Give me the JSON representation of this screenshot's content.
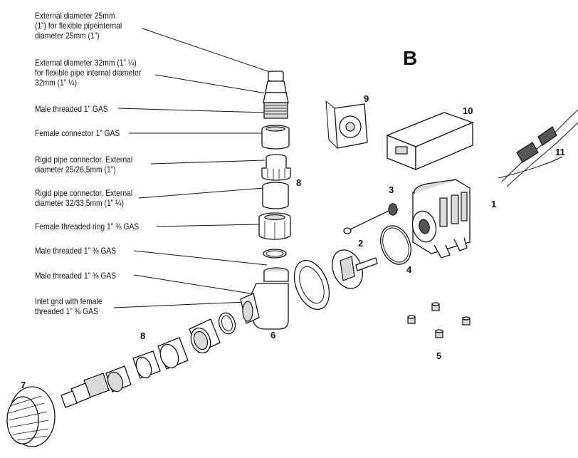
{
  "diagram": {
    "section_letter": "B",
    "labels": [
      {
        "id": "ext25",
        "lines": [
          "External diameter 25mm",
          "(1”) for flexible pipeinternal",
          "diameter 25mm (1”)"
        ]
      },
      {
        "id": "ext32",
        "lines": [
          "External diameter 32mm (1” ¼)",
          "for flexible pipe internal diameter",
          "32mm (1” ¼)"
        ]
      },
      {
        "id": "male1",
        "lines": [
          "Male threaded 1” GAS"
        ]
      },
      {
        "id": "female1",
        "lines": [
          "Female connector 1” GAS"
        ]
      },
      {
        "id": "rigid25",
        "lines": [
          "Rigid pipe connector. External",
          "diameter 25/26,5mm (1”)"
        ]
      },
      {
        "id": "rigid32",
        "lines": [
          "Rigid pipe connector. External",
          "diameter 32/33,5mm (1” ¼)"
        ]
      },
      {
        "id": "ring",
        "lines": [
          "Female threaded ring 1” ⅜ GAS"
        ]
      },
      {
        "id": "male38a",
        "lines": [
          "Male threaded 1” ⅜ GAS"
        ]
      },
      {
        "id": "male38b",
        "lines": [
          "Male threaded 1” ⅜ GAS"
        ]
      },
      {
        "id": "inlet",
        "lines": [
          "Inlet grid with female",
          "threaded 1” ⅜ GAS"
        ]
      }
    ],
    "part_numbers": [
      "1",
      "2",
      "3",
      "4",
      "5",
      "6",
      "7",
      "8",
      "8",
      "9",
      "10",
      "11"
    ]
  }
}
